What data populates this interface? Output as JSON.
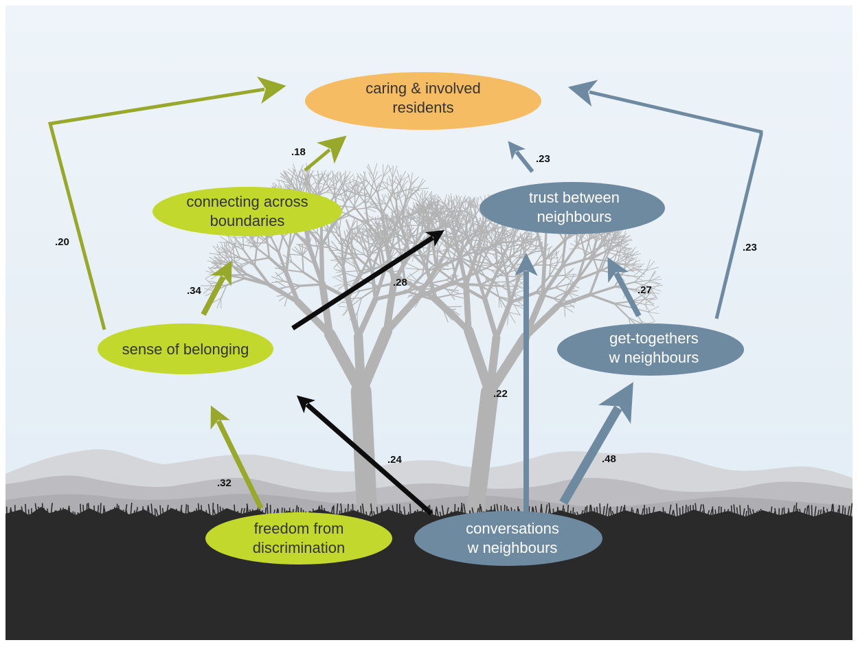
{
  "colors": {
    "sky_top": "#eef4f9",
    "sky_bottom": "#e1ecf4",
    "green_node": "#c3d82c",
    "green_arrow": "#98a82a",
    "blue_node": "#6e8aa1",
    "blue_arrow": "#6e8aa1",
    "orange_node": "#f5bc63",
    "black_arrow": "#0d0d0d",
    "tree": "#b3b3b3",
    "ground": "#2b2a2a"
  },
  "nodes": {
    "caring": {
      "line1": "caring & involved",
      "line2": "residents"
    },
    "connecting": {
      "line1": "connecting across",
      "line2": "boundaries"
    },
    "belonging": {
      "line1": "sense of belonging"
    },
    "freedom": {
      "line1": "freedom from",
      "line2": "discrimination"
    },
    "trust": {
      "line1": "trust between",
      "line2": "neighbours"
    },
    "gettogethers": {
      "line1": "get-togethers",
      "line2": "w neighbours"
    },
    "conversations": {
      "line1": "conversations",
      "line2": "w neighbours"
    }
  },
  "paths": {
    "connecting_to_caring": ".18",
    "belonging_to_caring": ".20",
    "belonging_to_connecting": ".34",
    "belonging_to_trust": ".28",
    "freedom_to_belonging": ".32",
    "conversations_to_belonging": ".24",
    "conversations_to_trust": ".22",
    "conversations_to_gettogethers": ".48",
    "gettogethers_to_trust": ".27",
    "gettogethers_to_caring": ".23",
    "trust_to_caring": ".23"
  }
}
